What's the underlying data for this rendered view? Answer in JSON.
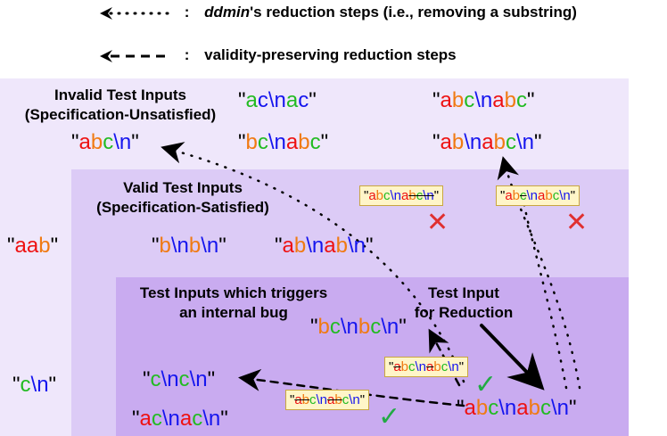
{
  "legend": {
    "dotted_name": "ddmin",
    "dotted_rest": "'s reduction steps (i.e., removing a substring)",
    "dashed_text": "validity-preserving reduction steps",
    "colon": ":"
  },
  "regions": {
    "invalid": [
      "Invalid Test Inputs",
      "(Specification-Unsatisfied)"
    ],
    "valid": [
      "Valid Test Inputs",
      "(Specification-Satisfied)"
    ],
    "bug": [
      "Test Inputs which triggers",
      "an internal bug"
    ],
    "target": [
      "Test Input",
      "for Reduction"
    ]
  },
  "strings": {
    "q": "\"",
    "a": "a",
    "b": "b",
    "c": "c",
    "nl": "\\n"
  },
  "marks": {
    "cross": "✕",
    "check": "✓"
  },
  "colors": {
    "red": "#ee1111",
    "orange": "#f07a12",
    "green": "#22bb22",
    "blue": "#1515ee"
  }
}
